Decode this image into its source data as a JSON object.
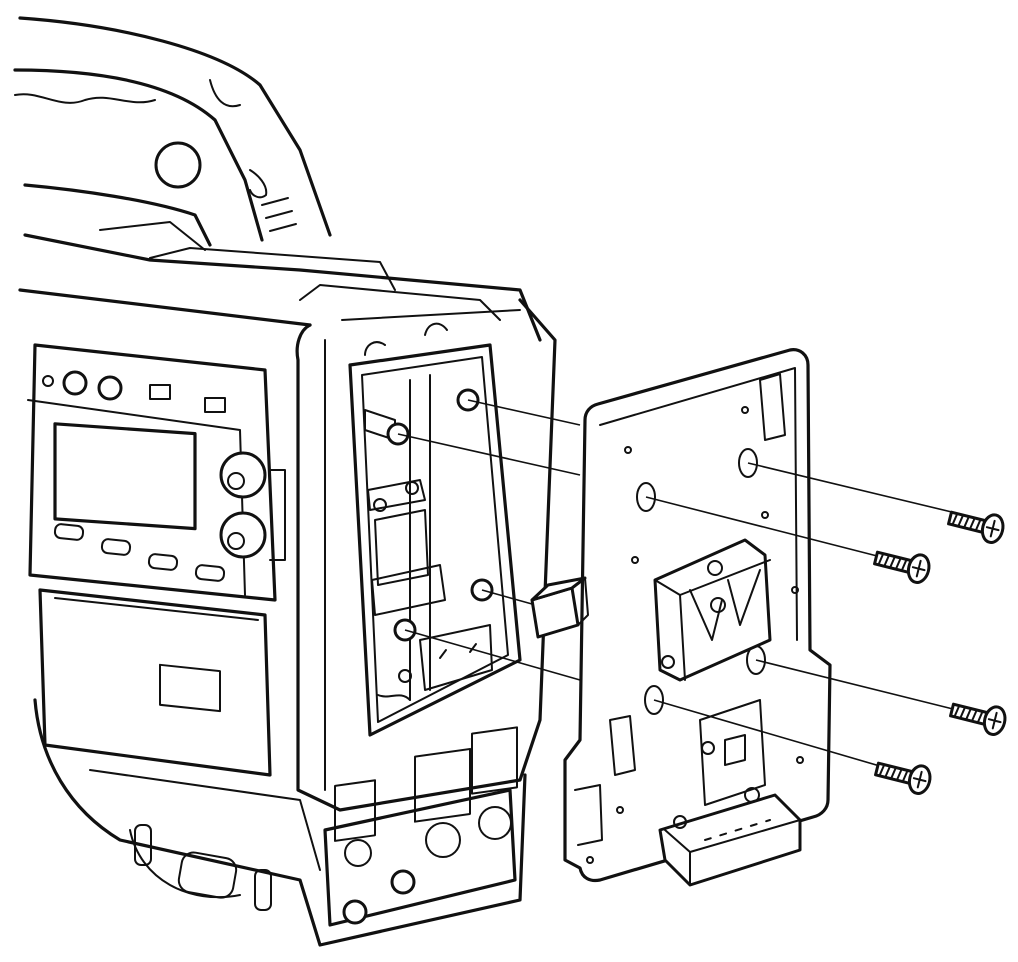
{
  "figure": {
    "subject": "camera-battery-plate-mounting",
    "colors": {
      "ink": "#111111",
      "paper": "#ffffff"
    },
    "screw_count": 4,
    "mounting_hole_count": 4
  }
}
